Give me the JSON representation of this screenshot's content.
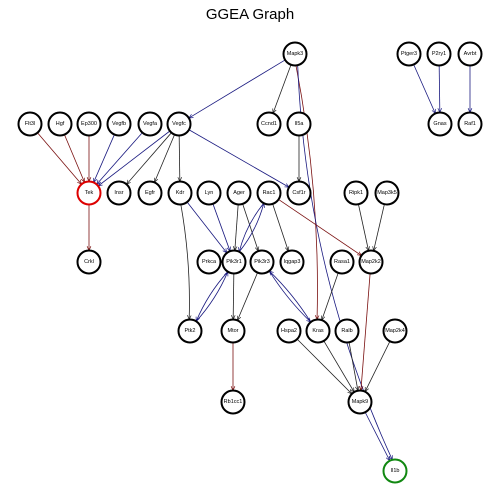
{
  "title": "GGEA Graph",
  "colors": {
    "default_border": "#000000",
    "red_border": "#dd0000",
    "green_border": "#118811",
    "activation_edge": "#1a1a80",
    "inhibition_edge": "#7a1010",
    "neutral_edge": "#222222"
  },
  "nodes": [
    {
      "id": "Mapk3",
      "label": "Mapk3"
    },
    {
      "id": "Ptger3",
      "label": "Ptger3"
    },
    {
      "id": "P2ry1",
      "label": "P2ry1"
    },
    {
      "id": "Avrbt",
      "label": "Avrbt"
    },
    {
      "id": "Flt3l",
      "label": "Flt3l"
    },
    {
      "id": "Hgf",
      "label": "Hgf"
    },
    {
      "id": "Ep300",
      "label": "Ep300"
    },
    {
      "id": "Vegfb",
      "label": "Vegfb"
    },
    {
      "id": "Vegfa",
      "label": "Vegfa"
    },
    {
      "id": "Vegfc",
      "label": "Vegfc"
    },
    {
      "id": "Ccnd1",
      "label": "Ccnd1"
    },
    {
      "id": "Il5a",
      "label": "Il5a"
    },
    {
      "id": "Gnas",
      "label": "Gnas"
    },
    {
      "id": "Raf1",
      "label": "Raf1"
    },
    {
      "id": "Tek",
      "label": "Tek",
      "border": "red"
    },
    {
      "id": "Insr",
      "label": "Insr"
    },
    {
      "id": "Egfr",
      "label": "Egfr"
    },
    {
      "id": "Kdr",
      "label": "Kdr"
    },
    {
      "id": "Lyn",
      "label": "Lyn"
    },
    {
      "id": "Ager",
      "label": "Ager"
    },
    {
      "id": "Rac1",
      "label": "Rac1"
    },
    {
      "id": "Csf1r",
      "label": "Csf1r"
    },
    {
      "id": "Ripk1",
      "label": "Ripk1"
    },
    {
      "id": "Map3k5",
      "label": "Map3k5"
    },
    {
      "id": "Crkl",
      "label": "Crkl"
    },
    {
      "id": "Prkca",
      "label": "Prkca"
    },
    {
      "id": "Pik3r1",
      "label": "Pik3r1"
    },
    {
      "id": "Pik3r3",
      "label": "Pik3r3"
    },
    {
      "id": "Iqgap3",
      "label": "Iqgap3"
    },
    {
      "id": "Rasa1",
      "label": "Rasa1"
    },
    {
      "id": "Map2k2",
      "label": "Map2k2"
    },
    {
      "id": "Ptk2",
      "label": "Ptk2"
    },
    {
      "id": "Mtor",
      "label": "Mtor"
    },
    {
      "id": "Hspa2",
      "label": "Hspa2"
    },
    {
      "id": "Kras",
      "label": "Kras"
    },
    {
      "id": "Ralb",
      "label": "Ralb"
    },
    {
      "id": "Map2k4",
      "label": "Map2k4"
    },
    {
      "id": "Rb1cc1",
      "label": "Rb1cc1"
    },
    {
      "id": "Mapk9",
      "label": "Mapk9"
    },
    {
      "id": "Il1b",
      "label": "Il1b",
      "border": "green"
    }
  ],
  "edges": [
    {
      "from": "Mapk3",
      "to": "Vegfc",
      "kind": "activation"
    },
    {
      "from": "Mapk3",
      "to": "Ccnd1",
      "kind": "neutral"
    },
    {
      "from": "Mapk3",
      "to": "Kras",
      "kind": "inhibition"
    },
    {
      "from": "Mapk3",
      "to": "Il1b",
      "kind": "activation"
    },
    {
      "from": "Ptger3",
      "to": "Gnas",
      "kind": "activation"
    },
    {
      "from": "P2ry1",
      "to": "Gnas",
      "kind": "activation"
    },
    {
      "from": "Avrbt",
      "to": "Raf1",
      "kind": "activation"
    },
    {
      "from": "Flt3l",
      "to": "Tek",
      "kind": "inhibition"
    },
    {
      "from": "Hgf",
      "to": "Tek",
      "kind": "inhibition"
    },
    {
      "from": "Ep300",
      "to": "Tek",
      "kind": "inhibition"
    },
    {
      "from": "Vegfb",
      "to": "Tek",
      "kind": "activation"
    },
    {
      "from": "Vegfa",
      "to": "Tek",
      "kind": "activation"
    },
    {
      "from": "Vegfc",
      "to": "Tek",
      "kind": "activation"
    },
    {
      "from": "Vegfc",
      "to": "Insr",
      "kind": "neutral"
    },
    {
      "from": "Vegfc",
      "to": "Egfr",
      "kind": "neutral"
    },
    {
      "from": "Vegfc",
      "to": "Kdr",
      "kind": "neutral"
    },
    {
      "from": "Vegfc",
      "to": "Csf1r",
      "kind": "activation"
    },
    {
      "from": "Il5a",
      "to": "Csf1r",
      "kind": "neutral"
    },
    {
      "from": "Tek",
      "to": "Crkl",
      "kind": "inhibition"
    },
    {
      "from": "Kdr",
      "to": "Pik3r1",
      "kind": "activation"
    },
    {
      "from": "Kdr",
      "to": "Ptk2",
      "kind": "neutral"
    },
    {
      "from": "Lyn",
      "to": "Pik3r1",
      "kind": "activation"
    },
    {
      "from": "Ager",
      "to": "Pik3r1",
      "kind": "neutral"
    },
    {
      "from": "Ager",
      "to": "Pik3r3",
      "kind": "neutral"
    },
    {
      "from": "Rac1",
      "to": "Pik3r1",
      "kind": "activation"
    },
    {
      "from": "Pik3r1",
      "to": "Rac1",
      "kind": "activation"
    },
    {
      "from": "Rac1",
      "to": "Iqgap3",
      "kind": "neutral"
    },
    {
      "from": "Rac1",
      "to": "Map2k2",
      "kind": "inhibition"
    },
    {
      "from": "Ripk1",
      "to": "Map2k2",
      "kind": "neutral"
    },
    {
      "from": "Map3k5",
      "to": "Map2k2",
      "kind": "neutral"
    },
    {
      "from": "Prkca",
      "to": "Pik3r1",
      "kind": "neutral"
    },
    {
      "from": "Pik3r1",
      "to": "Ptk2",
      "kind": "activation"
    },
    {
      "from": "Pik3r1",
      "to": "Mtor",
      "kind": "neutral"
    },
    {
      "from": "Ptk2",
      "to": "Pik3r1",
      "kind": "activation"
    },
    {
      "from": "Pik3r3",
      "to": "Mtor",
      "kind": "neutral"
    },
    {
      "from": "Pik3r3",
      "to": "Kras",
      "kind": "activation"
    },
    {
      "from": "Kras",
      "to": "Pik3r3",
      "kind": "activation"
    },
    {
      "from": "Mtor",
      "to": "Rb1cc1",
      "kind": "inhibition"
    },
    {
      "from": "Rasa1",
      "to": "Kras",
      "kind": "neutral"
    },
    {
      "from": "Map2k2",
      "to": "Mapk9",
      "kind": "inhibition"
    },
    {
      "from": "Hspa2",
      "to": "Mapk9",
      "kind": "neutral"
    },
    {
      "from": "Kras",
      "to": "Mapk9",
      "kind": "neutral"
    },
    {
      "from": "Ralb",
      "to": "Mapk9",
      "kind": "neutral"
    },
    {
      "from": "Map2k4",
      "to": "Mapk9",
      "kind": "neutral"
    },
    {
      "from": "Mapk9",
      "to": "Il1b",
      "kind": "activation"
    }
  ]
}
